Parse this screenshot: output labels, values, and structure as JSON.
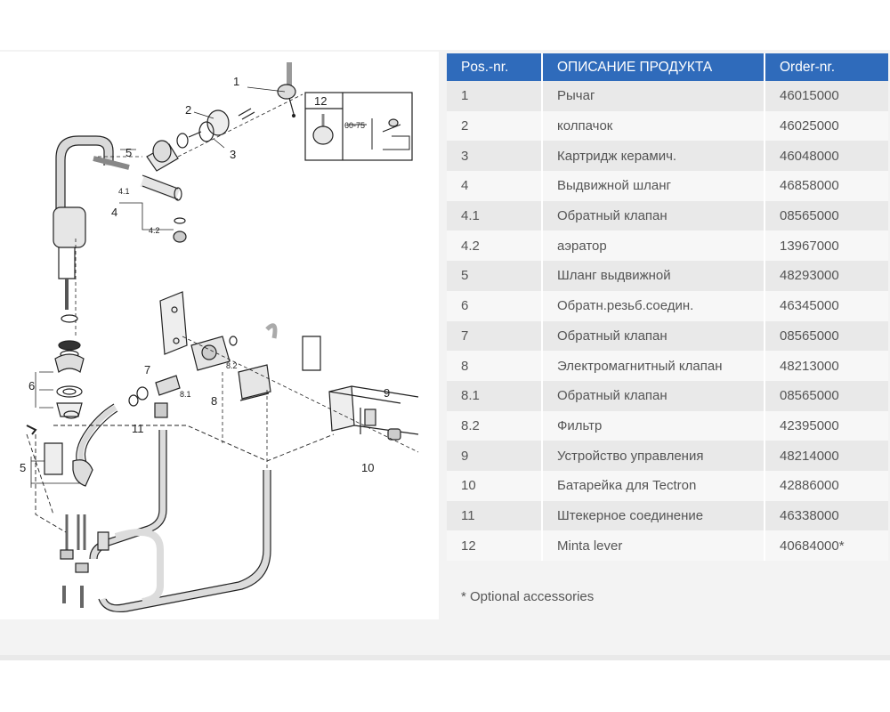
{
  "table": {
    "headers": [
      "Pos.-nr.",
      "ОПИСАНИЕ ПРОДУКТА",
      "Order-nr."
    ],
    "rows": [
      [
        "1",
        "Рычаг",
        "46015000"
      ],
      [
        "2",
        "колпачок",
        "46025000"
      ],
      [
        "3",
        "Картридж керамич.",
        "46048000"
      ],
      [
        "4",
        "Выдвижной шланг",
        "46858000"
      ],
      [
        "4.1",
        "Обратный клапан",
        "08565000"
      ],
      [
        "4.2",
        "аэратор",
        "13967000"
      ],
      [
        "5",
        "Шланг выдвижной",
        "48293000"
      ],
      [
        "6",
        "Обратн.резьб.соедин.",
        "46345000"
      ],
      [
        "7",
        "Обратный клапан",
        "08565000"
      ],
      [
        "8",
        "Электромагнитный клапан",
        "48213000"
      ],
      [
        "8.1",
        "Обратный клапан",
        "08565000"
      ],
      [
        "8.2",
        "Фильтр",
        "42395000"
      ],
      [
        "9",
        "Устройство управления",
        "48214000"
      ],
      [
        "10",
        "Батарейка для Tectron",
        "42886000"
      ],
      [
        "11",
        "Штекерное соединение",
        "46338000"
      ],
      [
        "12",
        "Minta lever",
        "40684000*"
      ]
    ]
  },
  "footnote": "* Optional accessories",
  "diagram": {
    "labels": {
      "l1": "1",
      "l2": "2",
      "l3": "3",
      "l4": "4",
      "l41": "4.1",
      "l42": "4.2",
      "l5a": "5",
      "l5b": "5",
      "l6": "6",
      "l7": "7",
      "l8": "8",
      "l81": "8.1",
      "l82": "8.2",
      "l9": "9",
      "l10": "10",
      "l11": "11",
      "l12": "12",
      "dim": "60-75"
    }
  },
  "colors": {
    "header_bg": "#2f6bbb",
    "row_odd": "#e9e9e9",
    "row_even": "#f7f7f7",
    "panel_bg": "#f3f3f3"
  }
}
